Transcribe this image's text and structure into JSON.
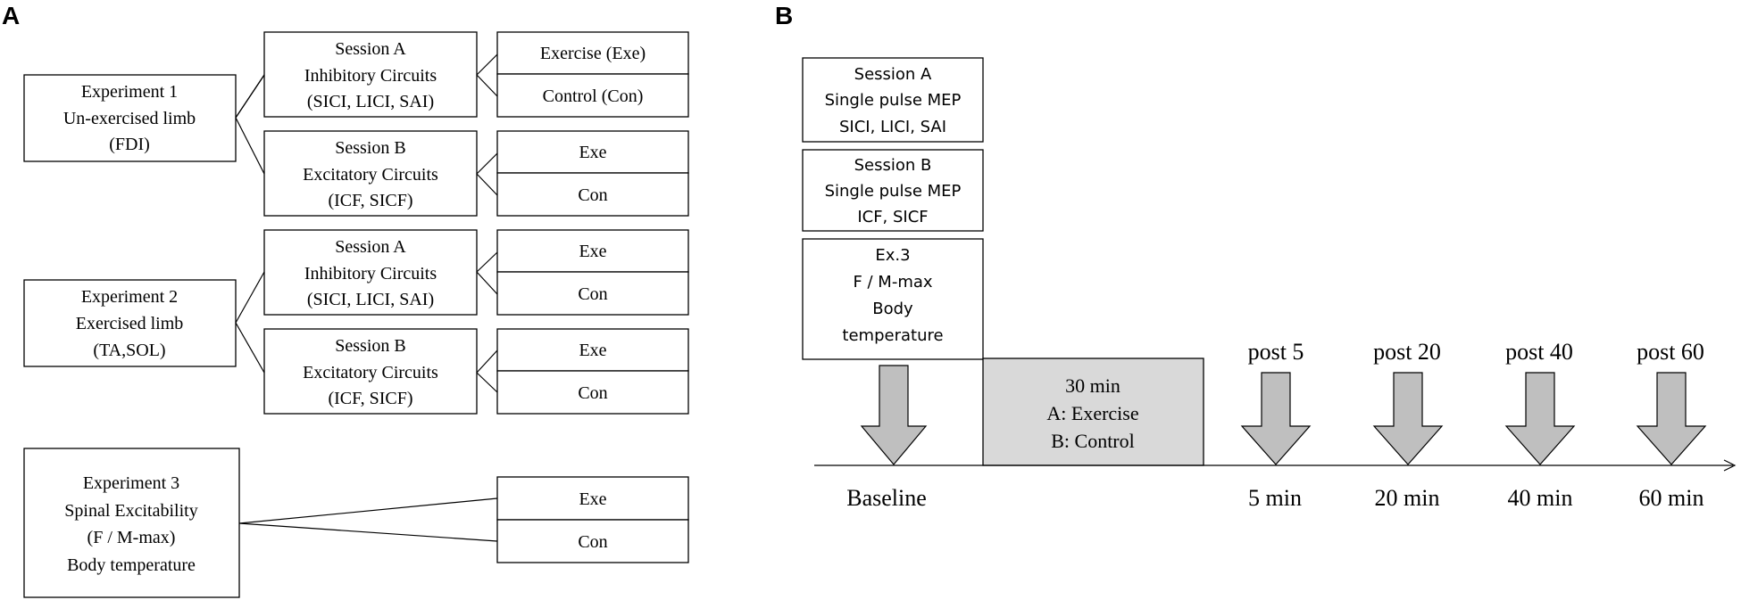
{
  "panel_a": {
    "letter": "A",
    "experiment1": {
      "lines": [
        "Experiment 1",
        "Un-exercised limb",
        "(FDI)"
      ]
    },
    "experiment2": {
      "lines": [
        "Experiment 2",
        "Exercised limb",
        "(TA,SOL)"
      ]
    },
    "experiment3": {
      "lines": [
        "Experiment 3",
        "Spinal Excitability",
        "(F / M-max)",
        "Body temperature"
      ]
    },
    "exp1_session_a": {
      "lines": [
        "Session A",
        "Inhibitory Circuits",
        "(SICI, LICI, SAI)"
      ],
      "options": [
        "Exercise (Exe)",
        "Control (Con)"
      ]
    },
    "exp1_session_b": {
      "lines": [
        "Session B",
        "Excitatory Circuits",
        "(ICF, SICF)"
      ],
      "options": [
        "Exe",
        "Con"
      ]
    },
    "exp2_session_a": {
      "lines": [
        "Session A",
        "Inhibitory Circuits",
        "(SICI, LICI, SAI)"
      ],
      "options": [
        "Exe",
        "Con"
      ]
    },
    "exp2_session_b": {
      "lines": [
        "Session B",
        "Excitatory Circuits",
        "(ICF, SICF)"
      ],
      "options": [
        "Exe",
        "Con"
      ]
    },
    "exp3_options": [
      "Exe",
      "Con"
    ]
  },
  "panel_b": {
    "letter": "B",
    "session_a": {
      "lines": [
        "Session A",
        "Single pulse MEP",
        "SICI, LICI, SAI"
      ]
    },
    "session_b": {
      "lines": [
        "Session B",
        "Single pulse MEP",
        "ICF, SICF"
      ]
    },
    "ex3": {
      "lines": [
        "Ex.3",
        "F / M-max",
        "Body",
        "temperature"
      ]
    },
    "intervention": {
      "lines": [
        "30 min",
        "A: Exercise",
        "B: Control"
      ]
    },
    "baseline_label": "Baseline",
    "timepoints": [
      {
        "top": "post 5",
        "bottom": "5 min"
      },
      {
        "top": "post 20",
        "bottom": "20 min"
      },
      {
        "top": "post 40",
        "bottom": "40 min"
      },
      {
        "top": "post 60",
        "bottom": "60 min"
      }
    ]
  }
}
